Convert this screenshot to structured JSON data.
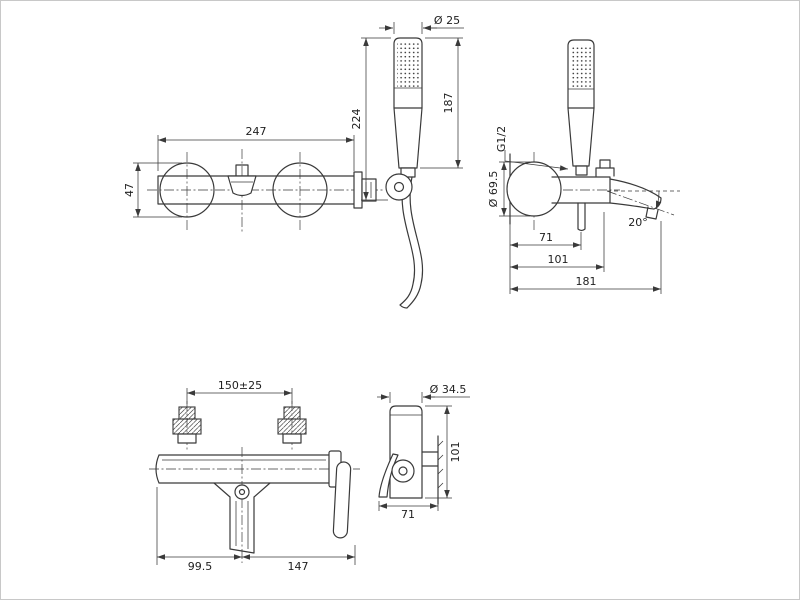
{
  "page": {
    "background": "#ffffff",
    "line_color": "#3a3a3a"
  },
  "views": {
    "front_top": {
      "width": "247",
      "height": "47"
    },
    "handshower": {
      "head_diameter": "Ø 25",
      "handset_length": "187",
      "overall_length": "224"
    },
    "side_top": {
      "thread": "G1/2",
      "rosette_diameter": "Ø 69.5",
      "depth_to_holder": "71",
      "depth_to_knob": "101",
      "total_projection": "181",
      "spout_angle": "20°"
    },
    "front_bottom": {
      "inlet_spacing": "150±25",
      "left_to_spout": "99.5",
      "spout_to_handle": "147"
    },
    "side_bottom": {
      "body_diameter": "Ø 34.5",
      "body_height": "101",
      "projection": "71"
    }
  }
}
